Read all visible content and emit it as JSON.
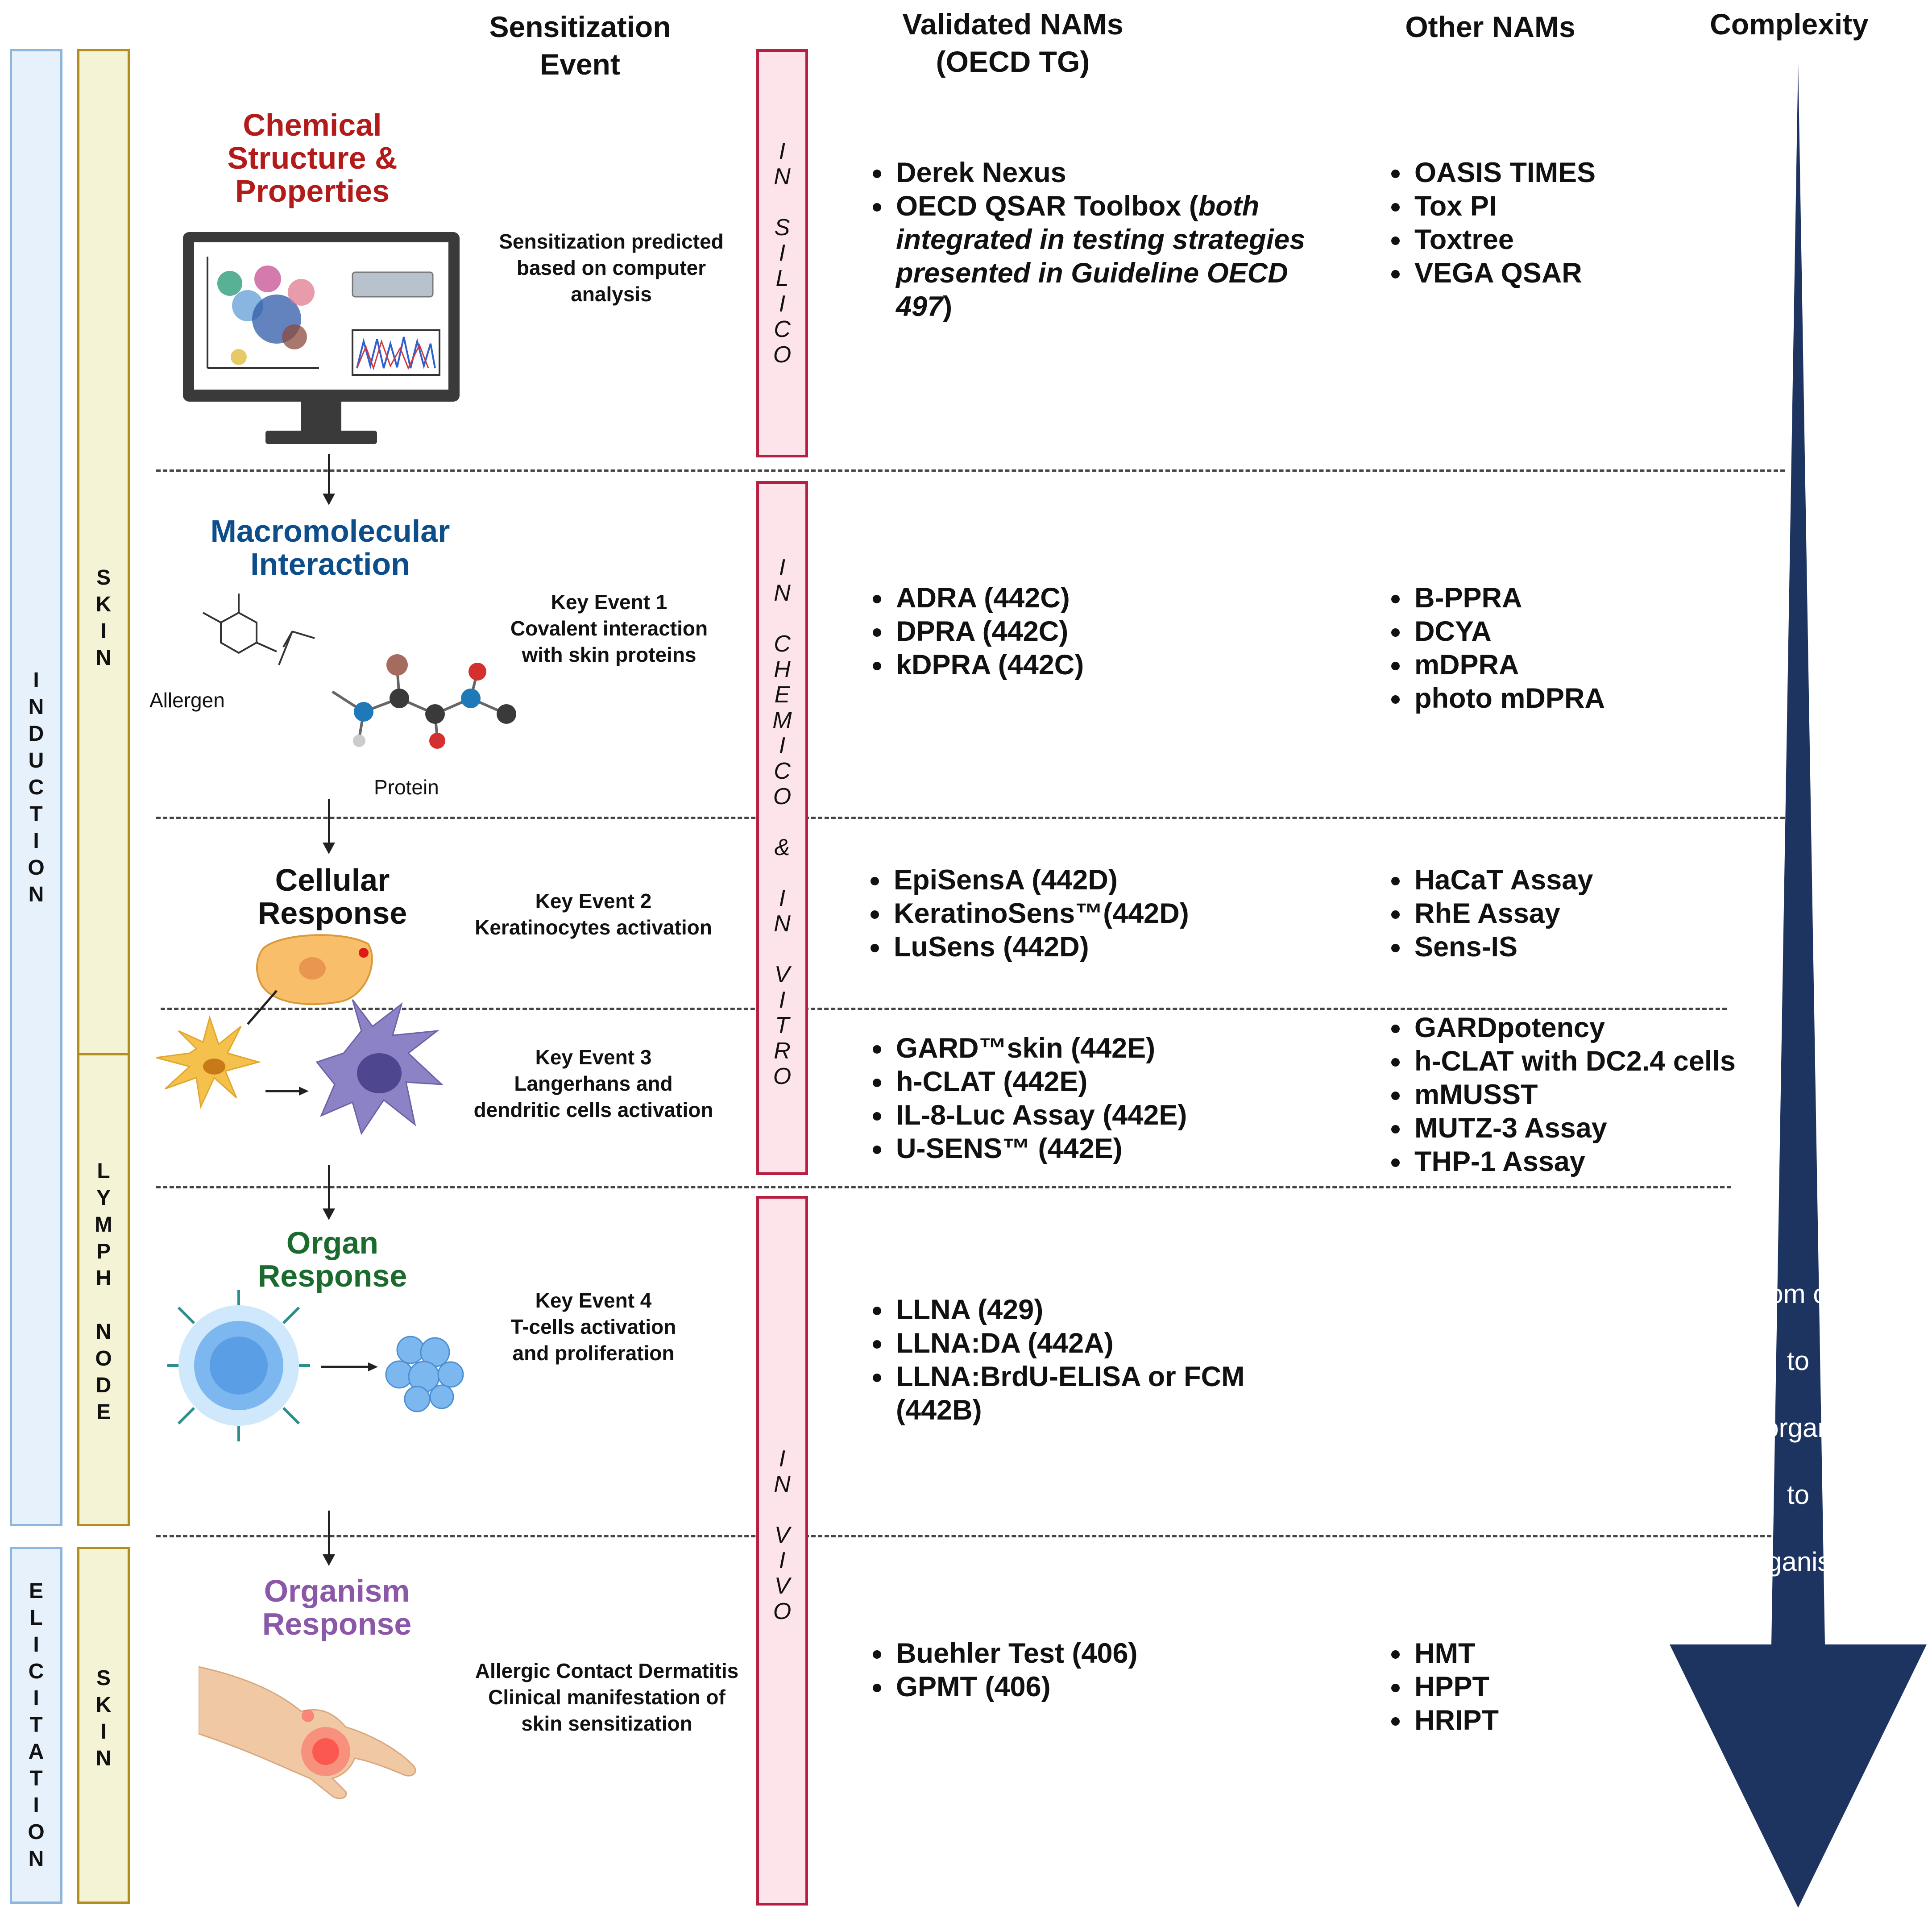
{
  "headers": {
    "sensitization_event": "Sensitization\nEvent",
    "validated_nams": "Validated NAMs\n(OECD TG)",
    "other_nams": "Other NAMs",
    "complexity": "Complexity"
  },
  "side_labels": {
    "induction": "I\nN\nD\nU\nC\nT\nI\nO\nN",
    "elicitation": "E\nL\nI\nC\nI\nT\nA\nT\nI\nO\nN",
    "skin_top": "S\nK\nI\nN",
    "lymph_node": "L\nY\nM\nP\nH\n\nN\nO\nD\nE",
    "skin_bottom": "S\nK\nI\nN"
  },
  "methods": {
    "in_silico": "I\nN\n\nS\nI\nL\nI\nC\nO",
    "in_chemico_in_vitro": "I\nN\n\nC\nH\nE\nM\nI\nC\nO\n\n&\n\nI\nN\n\nV\nI\nT\nR\nO",
    "in_vivo": "I\nN\n\nV\nI\nV\nO"
  },
  "stages": {
    "chemical": {
      "title": "Chemical\nStructure &\nProperties",
      "event": "Sensitization predicted\nbased on computer\nanalysis",
      "validated": [
        "Derek Nexus"
      ],
      "validated_qsar": "OECD QSAR Toolbox (",
      "validated_qsar_italic": "both integrated in testing strategies presented in Guideline OECD 497",
      "validated_qsar_end": ")",
      "other": [
        "OASIS TIMES",
        "Tox PI",
        "Toxtree",
        "VEGA QSAR"
      ]
    },
    "macromolecular": {
      "title": "Macromolecular\nInteraction",
      "allergen_label": "Allergen",
      "protein_label": "Protein",
      "event": "Key Event 1\nCovalent interaction\nwith skin proteins",
      "validated": [
        "ADRA (442C)",
        "DPRA (442C)",
        "kDPRA (442C)"
      ],
      "other": [
        "B-PPRA",
        "DCYA",
        "mDPRA",
        "photo mDPRA"
      ]
    },
    "cellular": {
      "title": "Cellular\nResponse",
      "event": "Key Event 2\nKeratinocytes activation",
      "validated": [
        "EpiSensA (442D)",
        "KeratinoSens™(442D)",
        "LuSens (442D)"
      ],
      "other": [
        "HaCaT Assay",
        "RhE Assay",
        "Sens-IS"
      ]
    },
    "dendritic": {
      "event": "Key Event 3\nLangerhans and\ndendritic cells activation",
      "validated": [
        "GARD™skin (442E)",
        "h-CLAT (442E)",
        "IL-8-Luc Assay (442E)",
        "U-SENS™ (442E)"
      ],
      "other": [
        "GARDpotency",
        "h-CLAT with DC2.4 cells",
        "mMUSST",
        "MUTZ-3 Assay",
        "THP-1 Assay"
      ]
    },
    "organ": {
      "title": "Organ\nResponse",
      "event": "Key Event 4\nT-cells activation\nand proliferation",
      "validated": [
        "LLNA (429)",
        "LLNA:DA (442A)",
        "LLNA:BrdU-ELISA or FCM (442B)"
      ],
      "other": []
    },
    "organism": {
      "title": "Organism\nResponse",
      "event": "Allergic Contact Dermatitis\nClinical manifestation of\nskin sensitization",
      "validated": [
        "Buehler Test (406)",
        "GPMT (406)"
      ],
      "other": [
        "HMT",
        "HPPT",
        "HRIPT"
      ]
    }
  },
  "complexity_arrow_text": "From cell\nto\norgan\nto\norganism",
  "colors": {
    "chemical_title": "#b31b1b",
    "macromolecular_title": "#0d4d8a",
    "organ_title": "#1b6b2e",
    "organism_title": "#8b58a8",
    "complexity_arrow": "#1d3461",
    "method_bar_fill": "#fde4ea",
    "method_bar_border": "#b71f42",
    "induction_fill": "#e6f1fb",
    "induction_border": "#8cb6dc",
    "skin_fill": "#f4f3d5",
    "skin_border": "#b38e1d"
  }
}
